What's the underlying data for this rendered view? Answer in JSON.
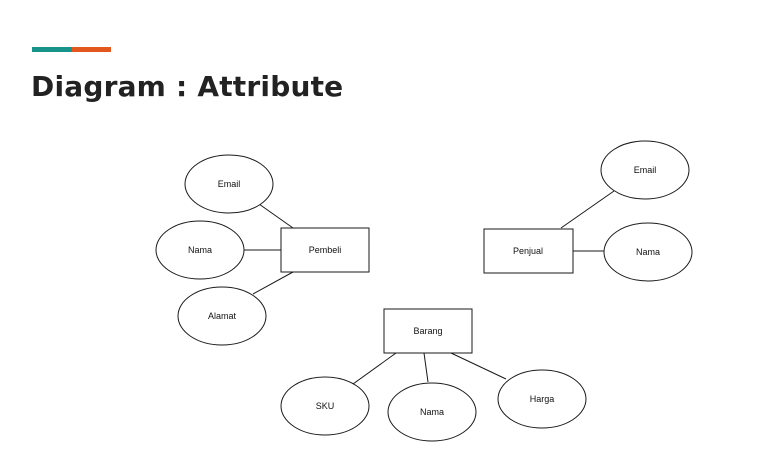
{
  "slide": {
    "title": "Diagram : Attribute",
    "accent_colors": [
      "#16948a",
      "#e3561e"
    ]
  },
  "diagram": {
    "entities": [
      {
        "id": "pembeli",
        "label": "Pembeli"
      },
      {
        "id": "penjual",
        "label": "Penjual"
      },
      {
        "id": "barang",
        "label": "Barang"
      }
    ],
    "attributes": [
      {
        "id": "pembeli-email",
        "label": "Email",
        "entity": "pembeli"
      },
      {
        "id": "pembeli-nama",
        "label": "Nama",
        "entity": "pembeli"
      },
      {
        "id": "pembeli-alamat",
        "label": "Alamat",
        "entity": "pembeli"
      },
      {
        "id": "penjual-email",
        "label": "Email",
        "entity": "penjual"
      },
      {
        "id": "penjual-nama",
        "label": "Nama",
        "entity": "penjual"
      },
      {
        "id": "barang-sku",
        "label": "SKU",
        "entity": "barang"
      },
      {
        "id": "barang-nama",
        "label": "Nama",
        "entity": "barang"
      },
      {
        "id": "barang-harga",
        "label": "Harga",
        "entity": "barang"
      }
    ]
  }
}
